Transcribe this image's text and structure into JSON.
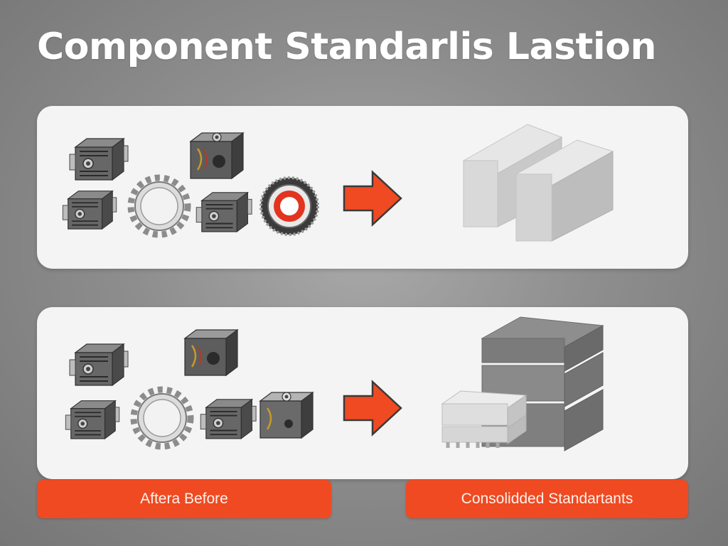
{
  "title": "Component Standarlis Lastion",
  "labels": {
    "left": "Aftera Before",
    "right": "Consolidded Standartants"
  },
  "colors": {
    "accent": "#ef4a22",
    "background": "#8e8e8e",
    "panel": "#f4f4f4"
  },
  "icons": {
    "arrow": "right-arrow-icon",
    "component": "motor-block-icon",
    "gear": "gear-icon"
  }
}
